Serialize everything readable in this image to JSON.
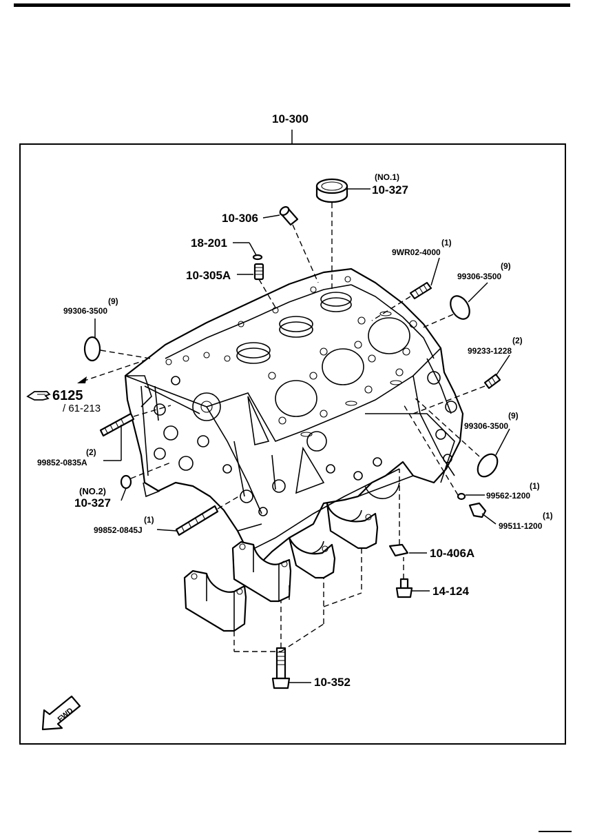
{
  "labels": {
    "assembly": "10-300",
    "cyl_liner_no1_qty": "(NO.1)",
    "cyl_liner_no1": "10-327",
    "dowel_top": "10-306",
    "oring": "18-201",
    "dowel_sleeve": "10-305A",
    "plug_qty_a": "(1)",
    "plug_a": "9WR02-4000",
    "cap_right_qty": "(9)",
    "cap_right": "99306-3500",
    "cap_left_qty": "(9)",
    "cap_left": "99306-3500",
    "plug_b_qty": "(2)",
    "plug_b": "99233-1228",
    "ref_fig": "6125",
    "ref_sub": "/ 61-213",
    "cap_right2_qty": "(9)",
    "cap_right2": "99306-3500",
    "stud_a_qty": "(2)",
    "stud_a": "99852-0835A",
    "washer_qty": "(1)",
    "washer": "99562-1200",
    "liner_no2_qty": "(NO.2)",
    "liner_no2": "10-327",
    "drain_plug_qty": "(1)",
    "drain_plug": "99511-1200",
    "stud_b_qty": "(1)",
    "stud_b": "99852-0845J",
    "oil_jet": "10-406A",
    "jet_bolt": "14-124",
    "main_bolt": "10-352",
    "fwd": "FWD"
  },
  "icons": {
    "reference": "pointing-hand-icon",
    "direction": "fwd-arrow-icon"
  }
}
